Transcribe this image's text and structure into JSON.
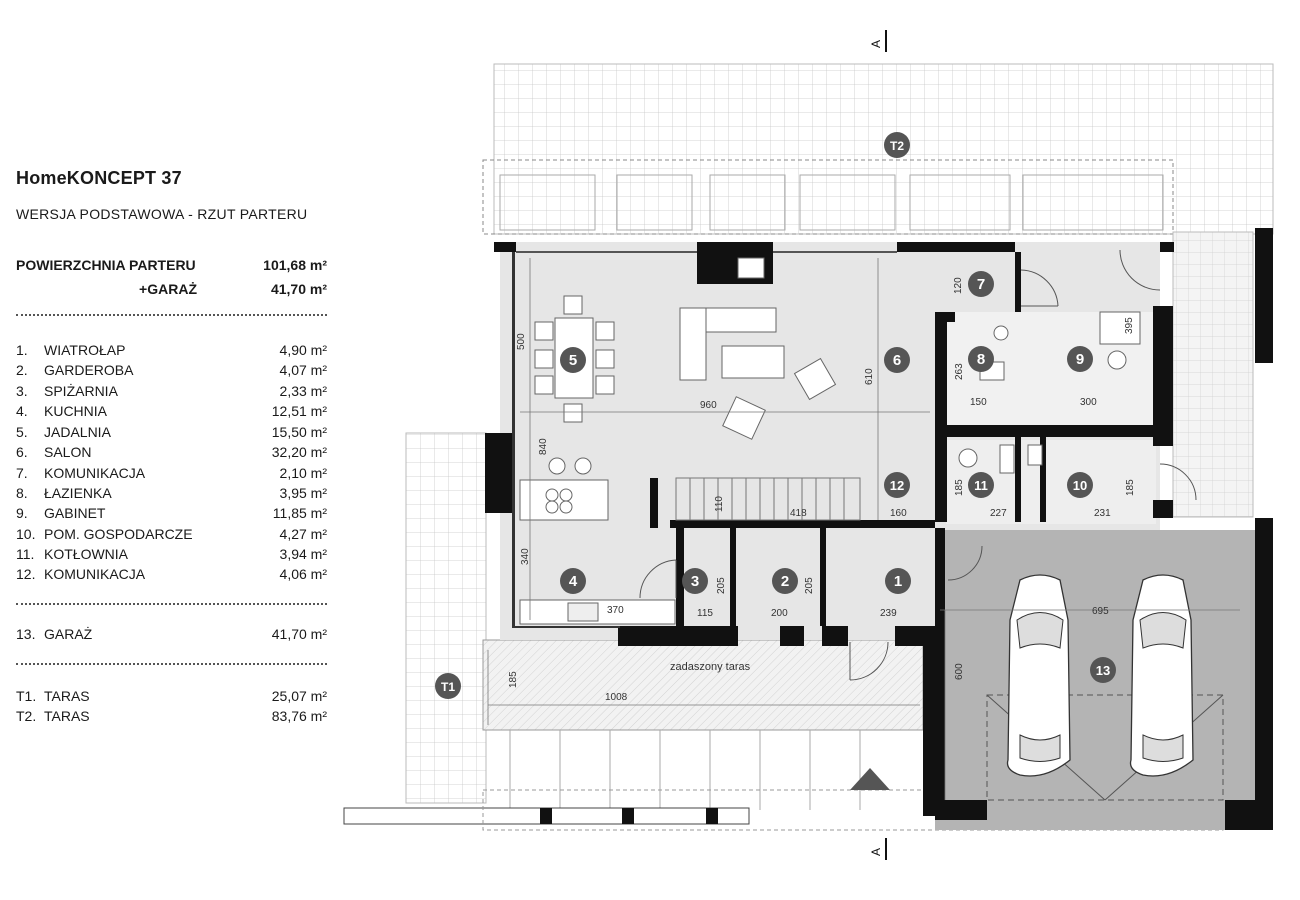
{
  "legend": {
    "title": "HomeKONCEPT 37",
    "subtitle": "WERSJA  PODSTAWOWA   -   RZUT PARTERU",
    "summary": [
      {
        "label": "POWIERZCHNIA PARTERU",
        "value": "101,68 m²"
      },
      {
        "label": "+GARAŻ",
        "value": "41,70 m²"
      }
    ],
    "rooms": [
      {
        "no": "1.",
        "name": "WIATROŁAP",
        "area": "4,90 m²"
      },
      {
        "no": "2.",
        "name": "GARDEROBA",
        "area": "4,07 m²"
      },
      {
        "no": "3.",
        "name": "SPIŻARNIA",
        "area": "2,33 m²"
      },
      {
        "no": "4.",
        "name": "KUCHNIA",
        "area": "12,51 m²"
      },
      {
        "no": "5.",
        "name": "JADALNIA",
        "area": "15,50 m²"
      },
      {
        "no": "6.",
        "name": "SALON",
        "area": "32,20 m²"
      },
      {
        "no": "7.",
        "name": "KOMUNIKACJA",
        "area": "2,10 m²"
      },
      {
        "no": "8.",
        "name": "ŁAZIENKA",
        "area": "3,95 m²"
      },
      {
        "no": "9.",
        "name": "GABINET",
        "area": "11,85 m²"
      },
      {
        "no": "10.",
        "name": "POM. GOSPODARCZE",
        "area": "4,27 m²"
      },
      {
        "no": "11.",
        "name": "KOTŁOWNIA",
        "area": "3,94 m²"
      },
      {
        "no": "12.",
        "name": "KOMUNIKACJA",
        "area": "4,06 m²"
      }
    ],
    "garage": {
      "no": "13.",
      "name": "GARAŻ",
      "area": "41,70 m²"
    },
    "terraces": [
      {
        "no": "T1.",
        "name": "TARAS",
        "area": "25,07 m²"
      },
      {
        "no": "T2.",
        "name": "TARAS",
        "area": "83,76 m²"
      }
    ]
  },
  "plan": {
    "section_marker": "A",
    "terrace_tags": [
      "T2",
      "T1"
    ],
    "room_tags": [
      "1",
      "2",
      "3",
      "4",
      "5",
      "6",
      "7",
      "8",
      "9",
      "10",
      "11",
      "12",
      "13"
    ],
    "covered_terrace_label": "zadaszony taras",
    "dimensions": [
      "500",
      "960",
      "610",
      "840",
      "340",
      "370",
      "115",
      "205",
      "200",
      "205",
      "239",
      "418",
      "110",
      "160",
      "120",
      "263",
      "150",
      "395",
      "300",
      "185",
      "227",
      "185",
      "231",
      "695",
      "600",
      "185",
      "1008"
    ],
    "colors": {
      "wall": "#111111",
      "floor": "#e6e6e6",
      "garage": "#b4b4b4",
      "grid": "#c8c8c8",
      "tag": "#555555"
    }
  }
}
